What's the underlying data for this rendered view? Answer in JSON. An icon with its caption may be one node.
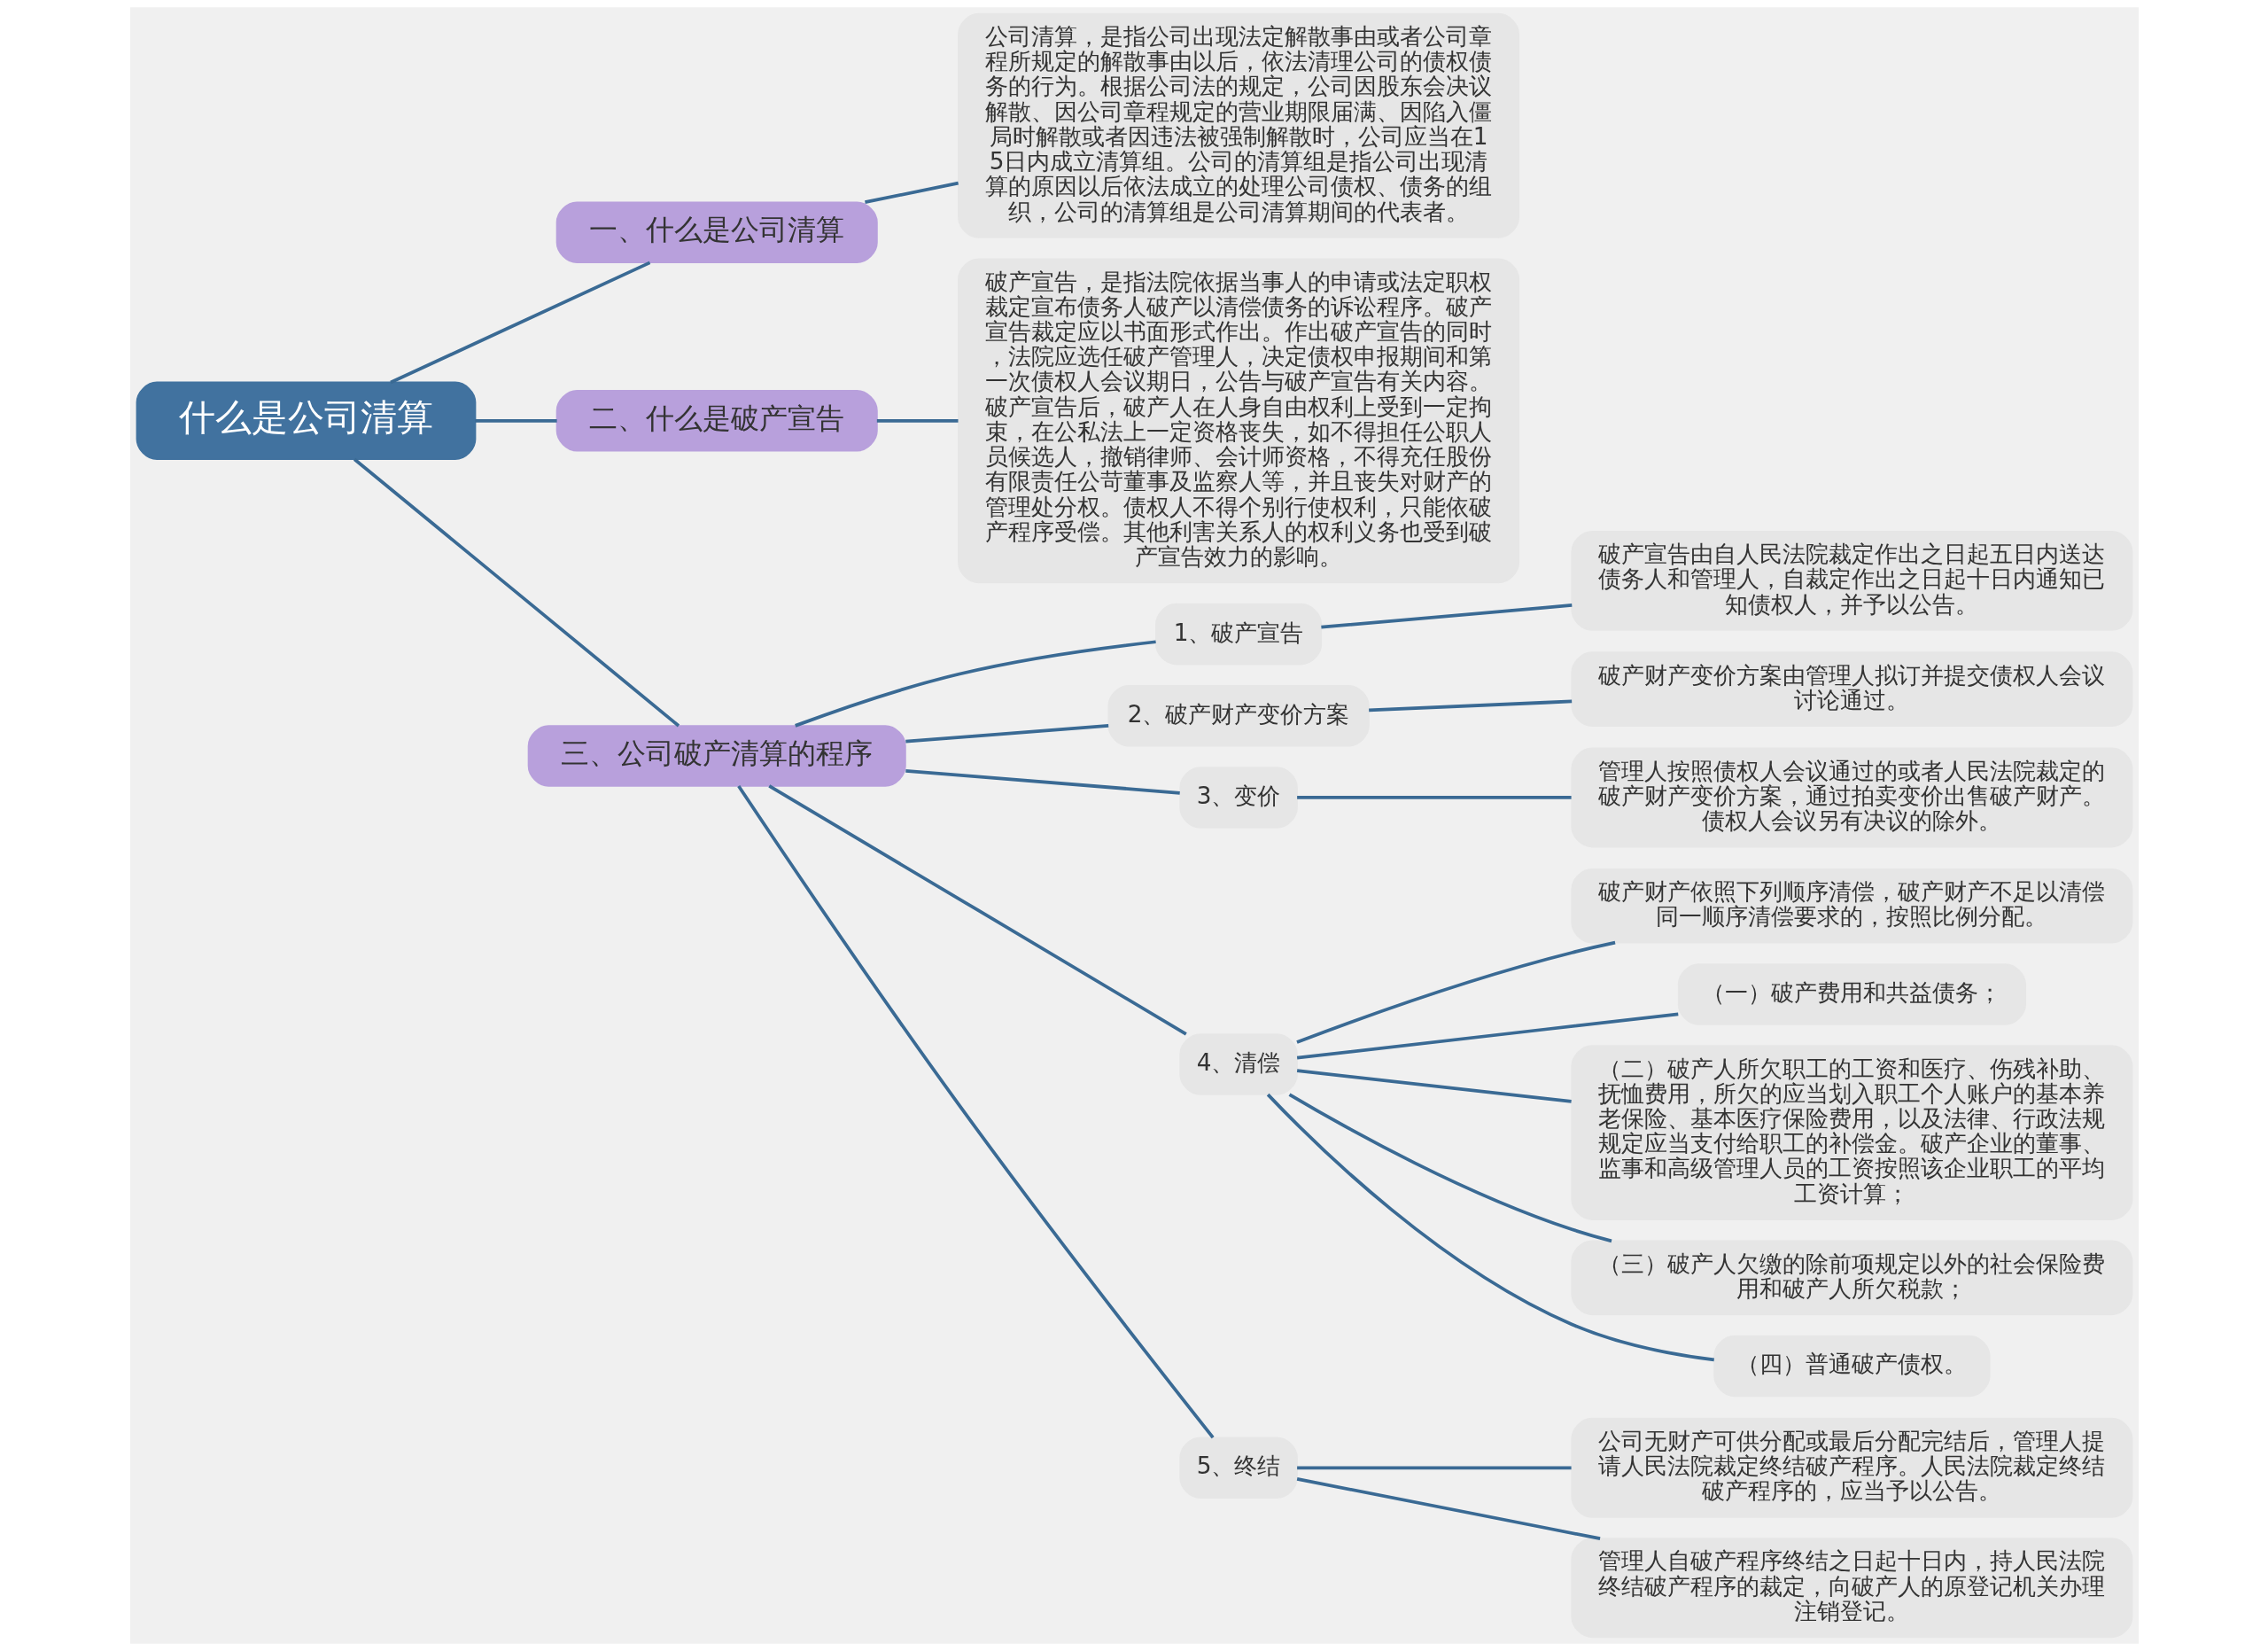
{
  "diagram": {
    "nodes": [
      {
        "text": [
          "什么是公司清算"
        ]
      },
      {
        "text": [
          "一、什么是公司清算"
        ]
      },
      {
        "text": [
          "公司清算，是指公司出现法定解散事由或者公司章程所规定的解散事由以后，依法清理公司的债权债务的行为。根据公司法的规定，公司因股东会决议解散、因公司章程规定的营业期限届满、因陷入僵局时解散或者因违法被强制解散时，公司应当在15日内成立清算组。公司的清算组是指公司出现清算的原因以后依法成立的处理公司债权、债务的组织，公司的清算组是公司清算期间的代表者。"
        ]
      },
      {
        "text": [
          "二、什么是破产宣告"
        ]
      },
      {
        "text": [
          "破产宣告，是指法院依据当事人的申请或法定职权裁定宣布债务人破产以清偿债务的诉讼程序。破产宣告裁定应以书面形式作出。作出破产宣告的同时，法院应选任破产管理人，决定债权申报期间和第一次债权人会议期日，公告与破产宣告有关内容。破产宣告后，破产人在人身自由权利上受到一定拘束，在公私法上一定资格丧失，如不得担任公职人员候选人，撤销律师、会计师资格，不得充任股份有限责任公苛董事及监察人等，并且丧失对财产的管理处分权。债权人不得个别行使权利，只能依破产程序受偿。其他利害关系人的权利义务也受到破产宣告效力的影响。"
        ]
      },
      {
        "text": [
          "三、公司破产清算的程序"
        ]
      },
      {
        "text": [
          "1、破产宣告"
        ]
      },
      {
        "text": [
          "破产宣告由自人民法院裁定作出之日起五日内送达债务人和管理人，自裁定作出之日起十日内通知已知债权人，并予以公告。"
        ]
      },
      {
        "text": [
          "2、破产财产变价方案"
        ]
      },
      {
        "text": [
          "破产财产变价方案由管理人拟订并提交债权人会议讨论通过。"
        ]
      },
      {
        "text": [
          "3、变价"
        ]
      },
      {
        "text": [
          "管理人按照债权人会议通过的或者人民法院裁定的破产财产变价方案，通过拍卖变价出售破产财产。债权人会议另有决议的除外。"
        ]
      },
      {
        "text": [
          "4、清偿"
        ]
      },
      {
        "text": [
          "破产财产依照下列顺序清偿，破产财产不足以清偿同一顺序清偿要求的，按照比例分配。"
        ]
      },
      {
        "text": [
          "（一）破产费用和共益债务；"
        ]
      },
      {
        "text": [
          "（二）破产人所欠职工的工资和医疗、伤残补助、抚恤费用，所欠的应当划入职工个人账户的基本养老保险、基本医疗保险费用，以及法律、行政法规规定应当支付给职工的补偿金。破产企业的董事、监事和高级管理人员的工资按照该企业职工的平均工资计算；"
        ]
      },
      {
        "text": [
          "（三）破产人欠缴的除前项规定以外的社会保险费用和破产人所欠税款；"
        ]
      },
      {
        "text": [
          "（四）普通破产债权。"
        ]
      },
      {
        "text": [
          "5、终结"
        ]
      },
      {
        "text": [
          "公司无财产可供分配或最后分配完结后，管理人提请人民法院裁定终结破产程序。人民法院裁定终结破产程序的，应当予以公告。"
        ]
      },
      {
        "text": [
          "管理人自破产程序终结之日起十日内，持人民法院终结破产程序的裁定，向破产人的原登记机关办理注销登记。"
        ]
      }
    ],
    "edges": [
      {
        "from": 0,
        "to": 1,
        "arrow": "none"
      },
      {
        "from": 1,
        "to": 2,
        "arrow": "none"
      },
      {
        "from": 0,
        "to": 3,
        "arrow": "none"
      },
      {
        "from": 3,
        "to": 4,
        "arrow": "none"
      },
      {
        "from": 0,
        "to": 5,
        "arrow": "none"
      },
      {
        "from": 5,
        "to": 6,
        "arrow": "none"
      },
      {
        "from": 6,
        "to": 7,
        "arrow": "none"
      },
      {
        "from": 5,
        "to": 8,
        "arrow": "none"
      },
      {
        "from": 8,
        "to": 9,
        "arrow": "none"
      },
      {
        "from": 5,
        "to": 10,
        "arrow": "none"
      },
      {
        "from": 10,
        "to": 11,
        "arrow": "none"
      },
      {
        "from": 5,
        "to": 12,
        "arrow": "none"
      },
      {
        "from": 12,
        "to": 13,
        "arrow": "none"
      },
      {
        "from": 12,
        "to": 14,
        "arrow": "none"
      },
      {
        "from": 12,
        "to": 15,
        "arrow": "none"
      },
      {
        "from": 12,
        "to": 16,
        "arrow": "none"
      },
      {
        "from": 12,
        "to": 17,
        "arrow": "none"
      },
      {
        "from": 5,
        "to": 18,
        "arrow": "none"
      },
      {
        "from": 18,
        "to": 19,
        "arrow": "none"
      },
      {
        "from": 18,
        "to": 20,
        "arrow": "none"
      }
    ]
  }
}
